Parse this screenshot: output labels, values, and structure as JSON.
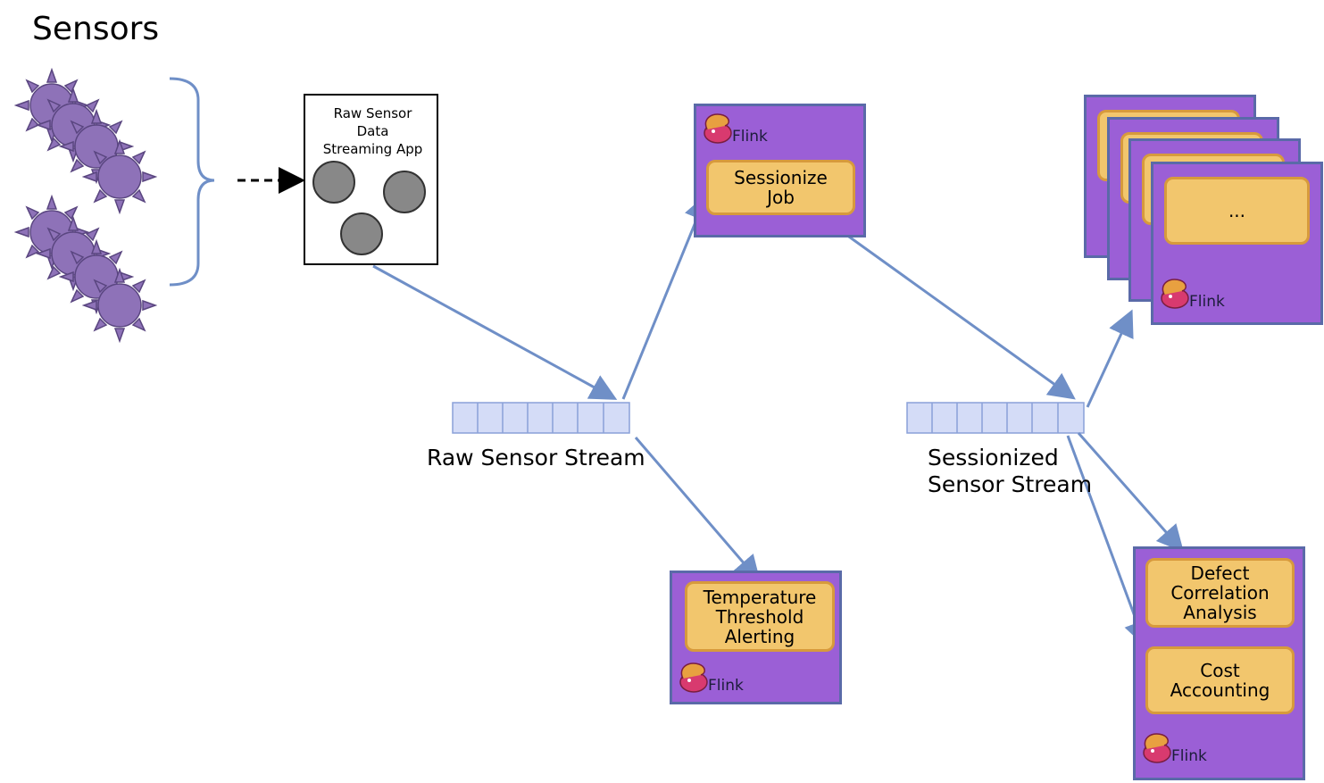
{
  "title": "Sensors",
  "source_app": {
    "label": "Raw Sensor\nData\nStreaming App"
  },
  "streams": {
    "raw": "Raw Sensor Stream",
    "sessionized": "Sessionized\nSensor Stream"
  },
  "jobs": {
    "sessionize": "Sessionize\nJob",
    "temperature": "Temperature\nThreshold\nAlerting",
    "defect": "Defect\nCorrelation\nAnalysis",
    "cost": "Cost\nAccounting",
    "ellipsis": "..."
  },
  "flink_label": "Flink",
  "colors": {
    "flink_box": "#9b5fd6",
    "job_fill": "#f2c66d",
    "arrow": "#6f8fc7",
    "sensor": "#8e72b8"
  }
}
